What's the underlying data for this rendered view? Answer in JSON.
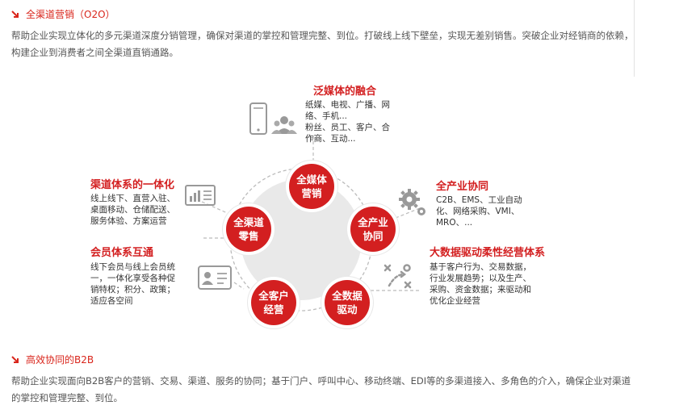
{
  "sections": [
    {
      "title": "全渠道营销（O2O）",
      "body": "帮助企业实现立体化的多元渠道深度分销管理，确保对渠道的掌控和管理完整、到位。打破线上线下壁垒，实现无差别销售。突破企业对经销商的依赖，构建企业到消费者之间全渠道直销通路。"
    },
    {
      "title": "高效协同的B2B",
      "body": "帮助企业实现面向B2B客户的营销、交易、渠道、服务的协同；基于门户、呼叫中心、移动终端、EDI等的多渠道接入、多角色的介入，确保企业对渠道的掌控和管理完整、到位。"
    }
  ],
  "hub": {
    "nodes": [
      {
        "label": "全媒体营销"
      },
      {
        "label": "全产业协同"
      },
      {
        "label": "全数据驱动"
      },
      {
        "label": "全客户经营"
      },
      {
        "label": "全渠道零售"
      }
    ]
  },
  "features": {
    "media": {
      "title": "泛媒体的融合",
      "lines": [
        "纸媒、电视、广播、网",
        "络、手机...",
        "粉丝、员工、客户、合",
        "作商、互动..."
      ],
      "icon": "phone-users-icon"
    },
    "channel": {
      "title": "渠道体系的一体化",
      "lines": [
        "线上线下、直营入驻、",
        "桌面移动、仓储配送、",
        "服务体验、方案运营"
      ],
      "icon": "dashboard-icon"
    },
    "member": {
      "title": "会员体系互通",
      "lines": [
        "线下会员与线上会员统",
        "一，一体化享受各种促",
        "销特权；积分、政策；",
        "适应各空间"
      ],
      "icon": "member-card-icon"
    },
    "industry": {
      "title": "全产业协同",
      "lines": [
        "C2B、EMS、工业自动",
        "化、网络采购、VMI、",
        "MRO、..."
      ],
      "icon": "gears-icon"
    },
    "bigdata": {
      "title": "大数据驱动柔性经营体系",
      "lines": [
        "基于客户行为、交易数据，",
        "行业发展趋势；以及生产、",
        "采购、资金数据；来驱动和",
        "优化企业经营"
      ],
      "icon": "strategy-icon"
    }
  },
  "colors": {
    "accent": "#d31f20",
    "text": "#555555",
    "hub": "#e9e9e9"
  }
}
